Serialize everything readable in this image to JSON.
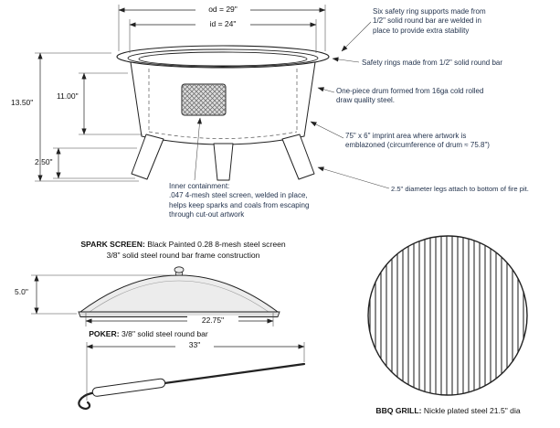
{
  "fire_pit": {
    "dims": {
      "od": "od = 29\"",
      "id": "id = 24\"",
      "total_height": "13.50\"",
      "drum_height": "11.00\"",
      "leg_height": "2.50\""
    },
    "callouts": {
      "ring_supports": "Six safety ring supports made from\n1/2\" solid round bar are welded in\nplace to provide extra stability",
      "safety_rings": "Safety rings made from 1/2\" solid round bar",
      "drum": "One-piece drum formed from 16ga cold rolled\ndraw quality steel.",
      "imprint": "75\" x 6\" imprint area where artwork is\nemblazoned (circumference of drum ≈ 75.8\")",
      "legs": "2.5\" diameter legs attach to bottom of fire pit.",
      "containment": "Inner containment:\n.047 4-mesh steel screen, welded in place,\nhelps keep sparks and coals from escaping\nthrough cut-out artwork"
    }
  },
  "spark_screen": {
    "label": "SPARK SCREEN:",
    "desc_line1": " Black Painted 0.28 8-mesh steel screen",
    "desc_line2": "3/8\" solid steel round bar frame construction",
    "height": "5.0\"",
    "width": "22.75\""
  },
  "poker": {
    "label": "POKER:",
    "desc": " 3/8\" solid steel round bar",
    "length": "33\""
  },
  "bbq_grill": {
    "label": "BBQ GRILL:",
    "desc": " Nickle plated steel 21.5\" dia"
  }
}
